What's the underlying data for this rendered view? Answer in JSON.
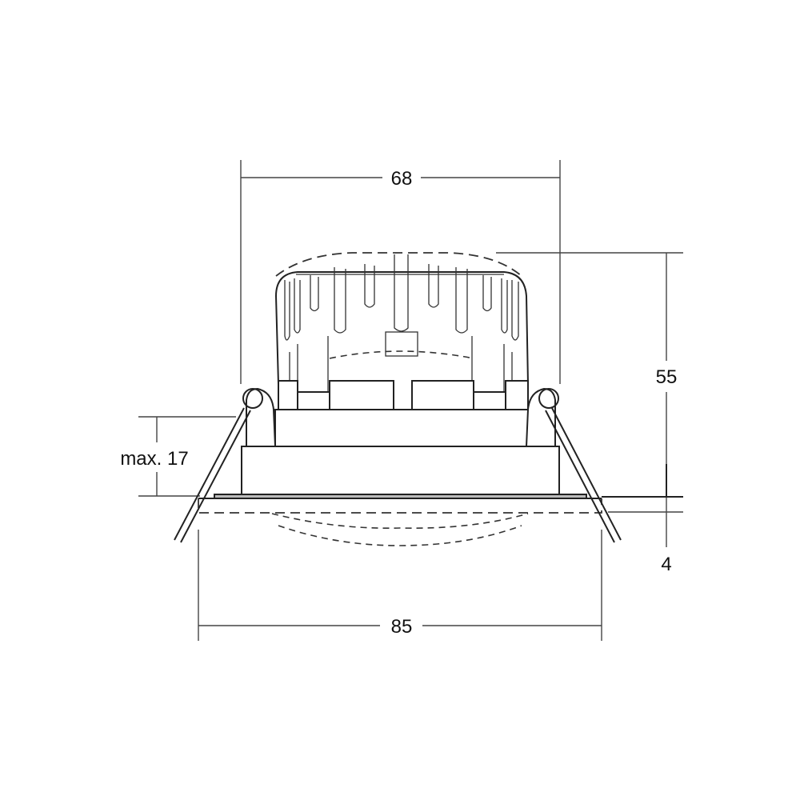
{
  "drawing": {
    "subject": "recessed downlight, side view technical drawing",
    "colors": {
      "line": "#222222",
      "background": "#ffffff"
    }
  },
  "dimensions": {
    "top_width": {
      "label": "68"
    },
    "overall_height": {
      "label": "55"
    },
    "bezel_thickness": {
      "label": "4"
    },
    "ceiling_thickness": {
      "label": "max. 17"
    },
    "bezel_width": {
      "label": "85"
    }
  }
}
